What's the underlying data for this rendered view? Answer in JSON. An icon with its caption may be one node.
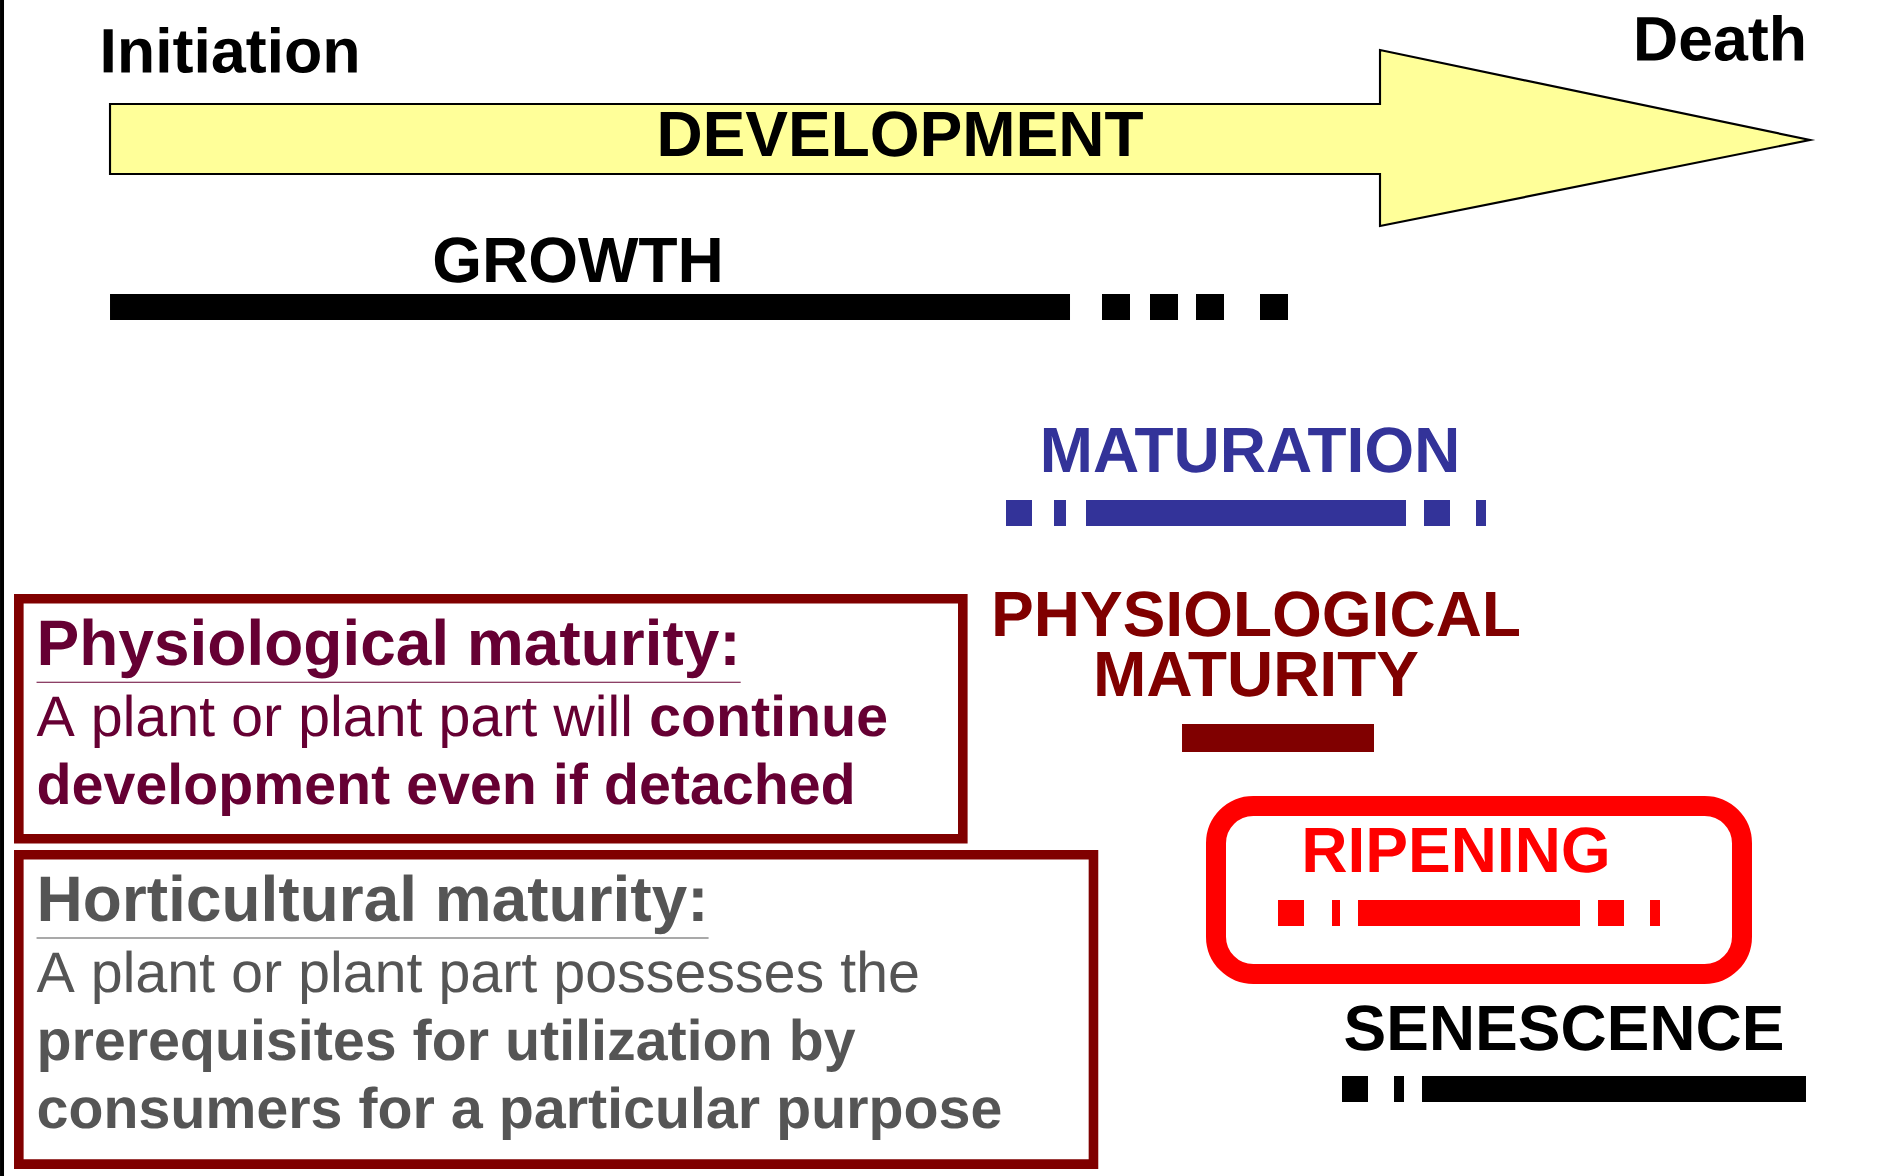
{
  "diagram": {
    "nodes": [
      {
        "text": [
          "DEVELOPMENT"
        ]
      },
      {
        "text": [
          "Physiological maturity:",
          "A plant or plant part will **continue development even if detached**"
        ]
      },
      {
        "text": [
          "Horticultural maturity:",
          "A plant or plant part possesses the **prerequisites for utilization by consumers for a particular purpose**"
        ]
      },
      {
        "text": [
          "RIPENING"
        ]
      }
    ],
    "labels": [
      "Initiation",
      "Death",
      "GROWTH",
      "MATURATION",
      "PHYSIOLOGICAL MATURITY",
      "SENESCENCE"
    ]
  }
}
